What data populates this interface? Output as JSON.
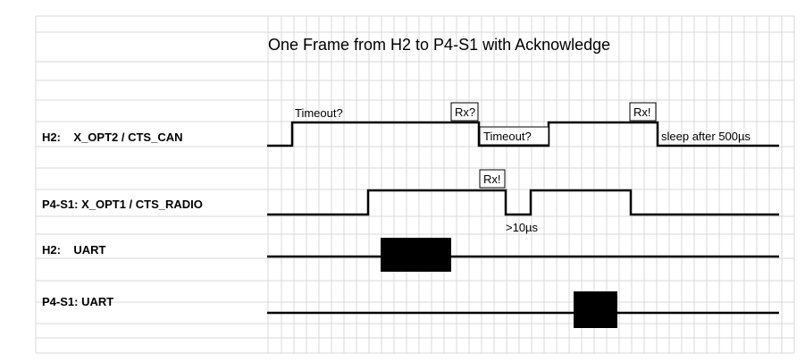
{
  "diagram": {
    "title": "One Frame from H2 to P4-S1 with Acknowledge",
    "rows": [
      {
        "key": "h2_cts",
        "label": "H2:    X_OPT2 / CTS_CAN"
      },
      {
        "key": "p4_cts",
        "label": "P4-S1: X_OPT1 / CTS_RADIO"
      },
      {
        "key": "h2_uart",
        "label": "H2:    UART"
      },
      {
        "key": "p4_uart",
        "label": "P4-S1: UART"
      }
    ],
    "annotations": {
      "timeout_1": "Timeout?",
      "rx_q": "Rx?",
      "timeout_2": "Timeout?",
      "rx_ok_h2": "Rx!",
      "sleep": "sleep after 500µs",
      "rx_ok_p4": "Rx!",
      "min_pulse": ">10µs"
    },
    "colors": {
      "signal": "#000000",
      "grid": "#d9d9d9",
      "background": "#ffffff"
    }
  }
}
